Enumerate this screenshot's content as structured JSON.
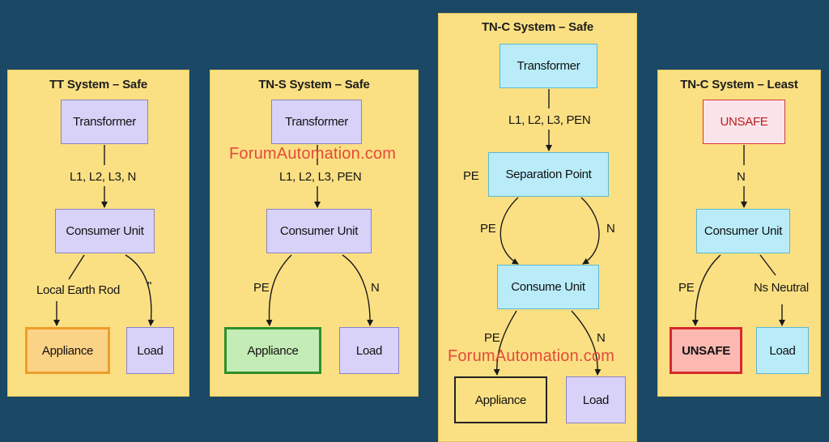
{
  "watermark": "ForumAutomation.com",
  "panels": [
    {
      "title": "TT System – Safe",
      "source": "Transformer",
      "feed": "L1, L2, L3, N",
      "unit": "Consumer Unit",
      "left_label": "Local Earth Rod",
      "right_label": "\"",
      "appliance": "Appliance",
      "load": "Load"
    },
    {
      "title": "TN-S System – Safe",
      "source": "Transformer",
      "feed": "L1, L2, L3, PEN",
      "unit": "Consumer Unit",
      "left_label": "PE",
      "right_label": "N",
      "appliance": "Appliance",
      "load": "Load"
    },
    {
      "title": "TN-C System – Safe",
      "source": "Transformer",
      "feed": "L1, L2, L3, PEN",
      "separation": "Separation Point",
      "side_label": "PE",
      "mid_left_label": "PE",
      "mid_right_label": "N",
      "unit": "Consume Unit",
      "left_label": "PE",
      "right_label": "N",
      "appliance": "Applіance",
      "load": "Load"
    },
    {
      "title": "TN-C System – Least",
      "source": "UNSAFE",
      "feed": "N",
      "unit": "Consumer Unit",
      "left_label": "PE",
      "right_label": "Ns Neutral",
      "appliance": "UNSAFE",
      "load": "Load"
    }
  ]
}
